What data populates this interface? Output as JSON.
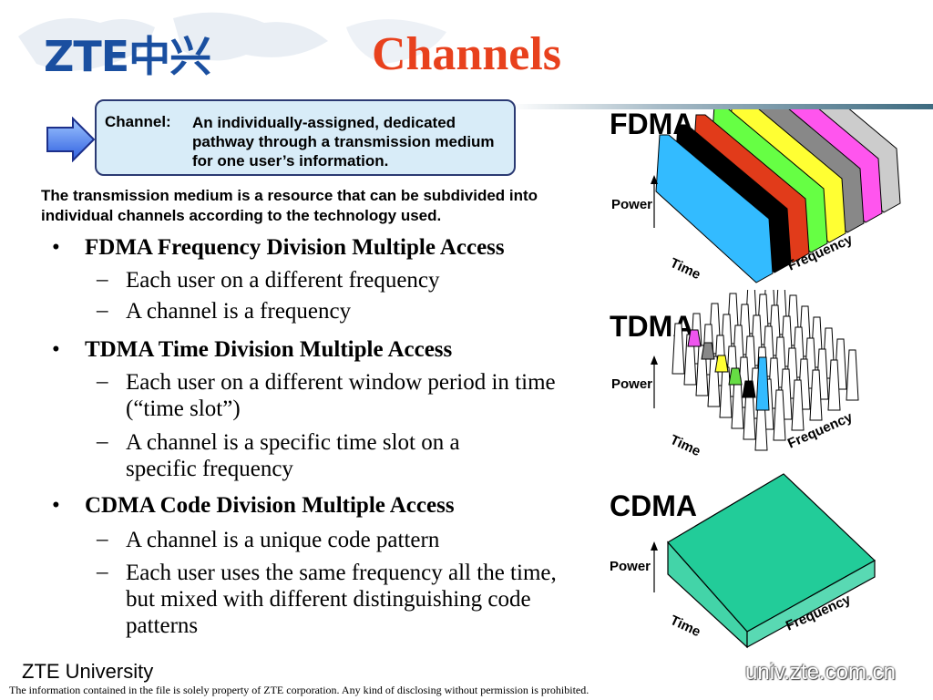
{
  "header": {
    "logo_text": "ZTE中兴",
    "title": "Channels"
  },
  "definition": {
    "term": "Channel:",
    "text": "An individually-assigned, dedicated pathway through a transmission medium for one user’s information."
  },
  "intro": "The transmission medium is a resource that can be subdivided into individual channels according to  the technology used.",
  "bullets": [
    {
      "heading": "FDMA Frequency Division Multiple Access",
      "subs": [
        "Each user on a different frequency",
        "A channel is a frequency"
      ]
    },
    {
      "heading": "TDMA Time Division Multiple Access",
      "subs": [
        "Each user on a different window period in time (“time slot”)",
        "A channel is a specific time slot on a specific frequency"
      ]
    },
    {
      "heading": "CDMA Code Division Multiple Access",
      "subs": [
        "A channel is a unique code pattern",
        "Each user uses the same frequency all the time, but mixed with different distinguishing code patterns"
      ]
    }
  ],
  "diagrams": {
    "fdma": {
      "label": "FDMA",
      "power": "Power",
      "time": "Time",
      "frequency": "Frequency",
      "colors": [
        "#33bbff",
        "#000000",
        "#e13b1a",
        "#66ff44",
        "#ffff33",
        "#888888",
        "#ff55ee",
        "#cccccc"
      ]
    },
    "tdma": {
      "label": "TDMA",
      "power": "Power",
      "time": "Time",
      "frequency": "Frequency",
      "colors": [
        "#ee55ee",
        "#888888",
        "#ffff33",
        "#66dd44",
        "#000000",
        "#33bbff"
      ]
    },
    "cdma": {
      "label": "CDMA",
      "power": "Power",
      "time": "Time",
      "frequency": "Frequency",
      "color": "#22cc99"
    }
  },
  "footer": {
    "org": "ZTE University",
    "note": "The information contained in the file is solely property of ZTE corporation. Any kind of disclosing without permission is prohibited.",
    "url": "univ.zte.com.cn"
  }
}
